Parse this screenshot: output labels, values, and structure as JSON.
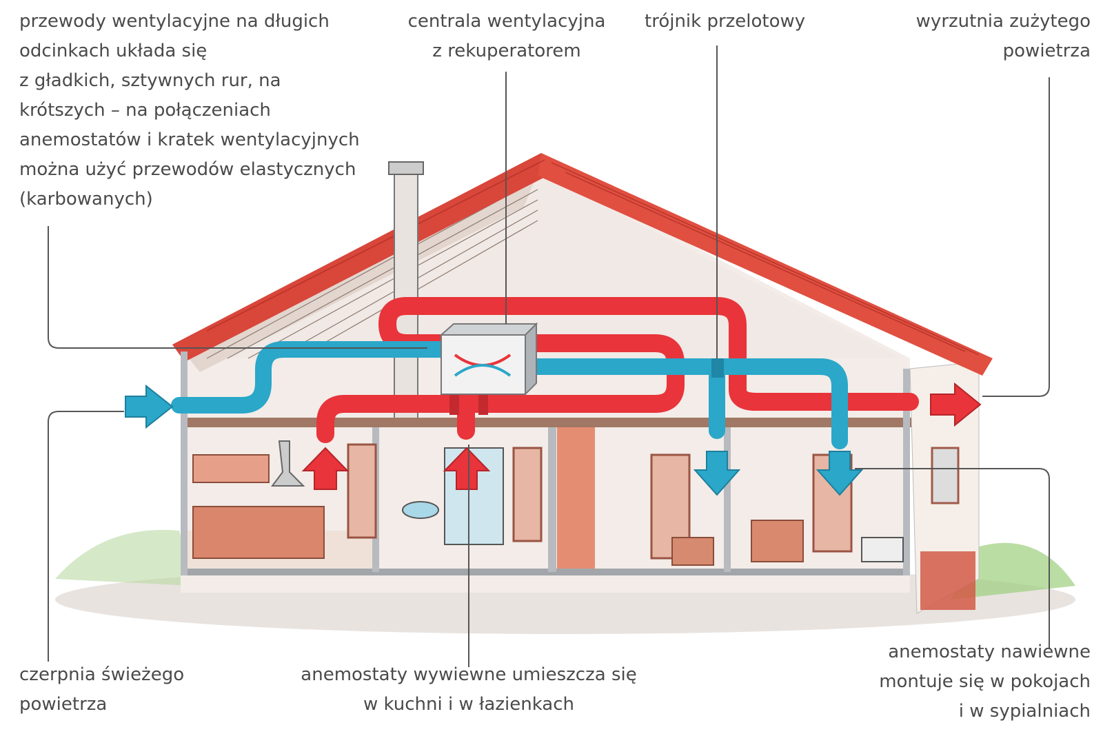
{
  "labels": {
    "ducts": [
      "przewody wentylacyjne na długich",
      "odcinkach układa się",
      "z gładkich, sztywnych rur, na",
      "krótszych – na połączeniach",
      "anemostatów i kratek wentylacyjnych",
      "można użyć przewodów elastycznych",
      "(karbowanych)"
    ],
    "central_unit": [
      "centrala wentylacyjna",
      "z rekuperatorem"
    ],
    "tee": [
      "trójnik przelotowy"
    ],
    "exhaust_outlet": [
      "wyrzutnia zużytego",
      "powietrza"
    ],
    "fresh_air_intake": [
      "czerpnia świeżego",
      "powietrza"
    ],
    "extract_diffusers": [
      "anemostaty wywiewne umieszcza się",
      "w kuchni i w łazienkach"
    ],
    "supply_diffusers": [
      "anemostaty nawiewne",
      "montuje się w pokojach",
      "i w sypialniach"
    ]
  },
  "colors": {
    "fresh_air": "#2aa7c9",
    "exhaust_air": "#e8343a",
    "roof": "#d9463a",
    "label_text": "#4a4a4a",
    "leader_line": "#555555"
  }
}
